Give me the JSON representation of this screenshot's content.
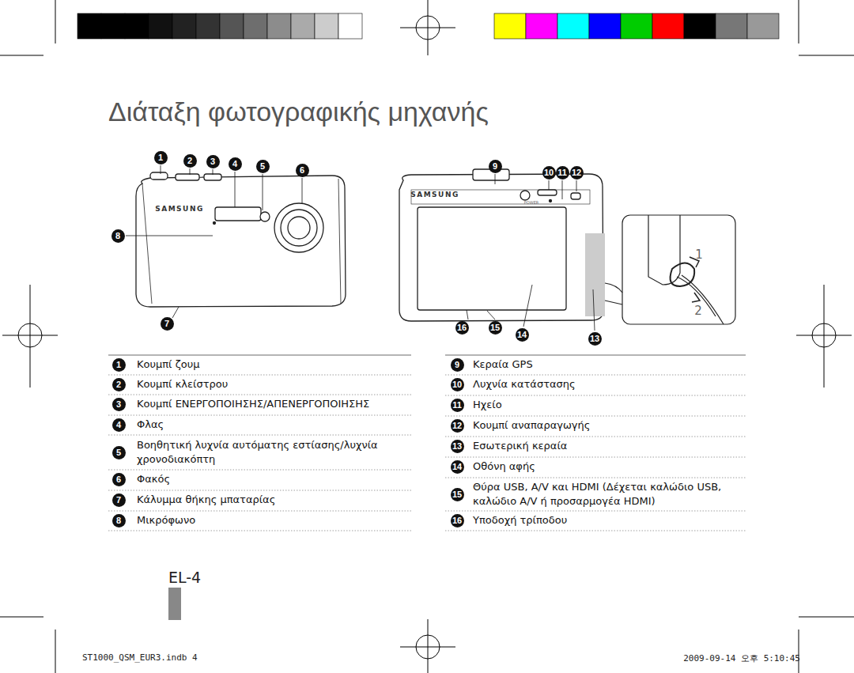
{
  "diagram": {
    "title": "Διάταξη φωτογραφικής μηχανής",
    "labels": [
      "1",
      "2",
      "3",
      "4",
      "5",
      "6",
      "8",
      "7",
      "9",
      "10",
      "11",
      "12",
      "16",
      "15",
      "14",
      "13",
      "1",
      "2",
      "SAMSUNG",
      "SAMSUNG",
      "POWER",
      "1",
      "Κουμπί ζουμ",
      "2",
      "Κουμπί κλείστρου",
      "3",
      "Κουμπί ΕΝΕΡΓΟΠΟΙΗΣΗΣ/ΑΠΕΝΕΡΓΟΠΟΙΗΣΗΣ",
      "4",
      "Φλας",
      "5",
      "Βοηθητική λυχνία αυτόματης εστίασης/λυχνία χρονοδιακόπτη",
      "6",
      "Φακός",
      "7",
      "Κάλυμμα θήκης μπαταρίας",
      "8",
      "Μικρόφωνο",
      "9",
      "Κεραία GPS",
      "10",
      "Λυχνία κατάστασης",
      "11",
      "Ηχείο",
      "12",
      "Κουμπί αναπαραγωγής",
      "13",
      "Εσωτερική κεραία",
      "14",
      "Οθόνη αφής",
      "15",
      "Θύρα USB, A/V και HDMI (Δέχεται καλώδιο USB, καλώδιο A/V ή προσαρμογέα HDMI)",
      "16",
      "Υποδοχή τρίποδου",
      "EL-4",
      "ST1000_QSM_EUR3.indb   4",
      "2009-09-14   오후 5:10:45"
    ]
  }
}
